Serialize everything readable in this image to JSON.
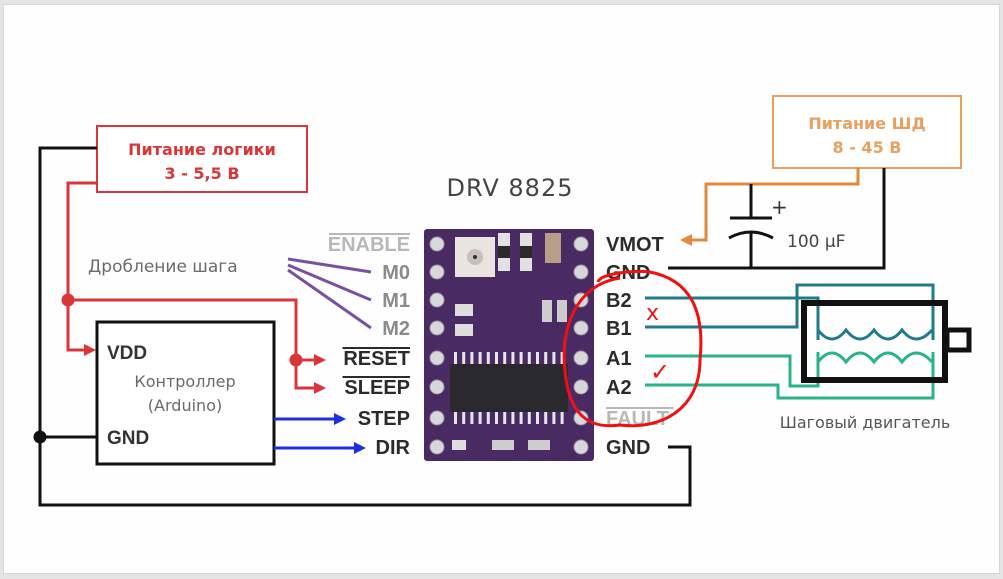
{
  "title": "DRV 8825",
  "colors": {
    "logic_power": "#d9363a",
    "motor_power": "#e8a060",
    "motor_wire_orange": "#e08a3a",
    "signal_blue": "#1c2fe0",
    "microstep_purple": "#7a4fa0",
    "coil_b": "#1f7a8c",
    "coil_a": "#29b38a",
    "annotation_red": "#ee1111",
    "board_purple": "#4a2a63",
    "wire_black": "#111111"
  },
  "logic_power_box": {
    "line1": "Питание логики",
    "line2": "3 - 5,5 В"
  },
  "motor_power_box": {
    "line1": "Питание ШД",
    "line2": "8 - 45 В"
  },
  "capacitor": {
    "label": "100 µF",
    "polarity": "+"
  },
  "microstep_label": "Дробление шага",
  "controller": {
    "line1": "Контроллер",
    "line2": "(Arduino)",
    "vdd": "VDD",
    "gnd": "GND"
  },
  "left_pins": [
    {
      "name": "ENABLE",
      "overline": true,
      "style": "dim"
    },
    {
      "name": "M0",
      "overline": false,
      "style": "mid"
    },
    {
      "name": "M1",
      "overline": false,
      "style": "mid"
    },
    {
      "name": "M2",
      "overline": false,
      "style": "mid"
    },
    {
      "name": "RESET",
      "overline": true,
      "style": "dark"
    },
    {
      "name": "SLEEP",
      "overline": true,
      "style": "dark"
    },
    {
      "name": "STEP",
      "overline": false,
      "style": "dark"
    },
    {
      "name": "DIR",
      "overline": false,
      "style": "dark"
    }
  ],
  "right_pins": [
    {
      "name": "VMOT",
      "overline": false,
      "style": "dark"
    },
    {
      "name": "GND",
      "overline": false,
      "style": "dark"
    },
    {
      "name": "B2",
      "overline": false,
      "style": "dark"
    },
    {
      "name": "B1",
      "overline": false,
      "style": "dark"
    },
    {
      "name": "A1",
      "overline": false,
      "style": "dark"
    },
    {
      "name": "A2",
      "overline": false,
      "style": "dark"
    },
    {
      "name": "FAULT",
      "overline": true,
      "style": "dim"
    },
    {
      "name": "GND",
      "overline": false,
      "style": "dark"
    }
  ],
  "motor_label": "Шаговый двигатель",
  "annotations": {
    "cross_mark": "x",
    "check_mark": "✓"
  }
}
